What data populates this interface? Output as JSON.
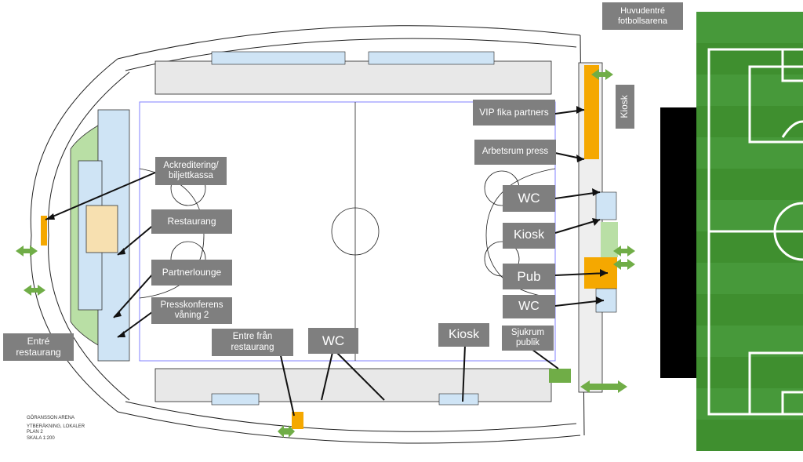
{
  "header": {
    "title": "Huvudentré fotbollsarena"
  },
  "labels": {
    "ackreditering": "Ackreditering/ biljettkassa",
    "restaurang": "Restaurang",
    "partnerlounge": "Partnerlounge",
    "presskonferens": "Presskonferens våning 2",
    "entre_restaurang": "Entré restaurang",
    "entre_fran_restaurang": "Entre från restaurang",
    "wc_bottom": "WC",
    "kiosk_bottom": "Kiosk",
    "sjukrum": "Sjukrum publik",
    "vip_fika": "VIP fika partners",
    "arbetsrum": "Arbetsrum press",
    "wc_right_top": "WC",
    "kiosk_right": "Kiosk",
    "pub": "Pub",
    "wc_right_bottom": "WC",
    "kiosk_vertical": "Kiosk"
  },
  "plan_caption": {
    "line1": "GÖRANSSON ARENA",
    "line2": "YTBERÄKNING, LOKALER",
    "line3": "PLAN 2",
    "line4": "SKALA 1:200"
  },
  "colors": {
    "label_bg": "#7f7f7f",
    "highlight_orange": "#f5a800",
    "arrow_green": "#70ad47",
    "pitch_green": "#3f8f2f",
    "blue_rooms": "#cfe4f5",
    "green_zone": "#b9dfa5"
  }
}
